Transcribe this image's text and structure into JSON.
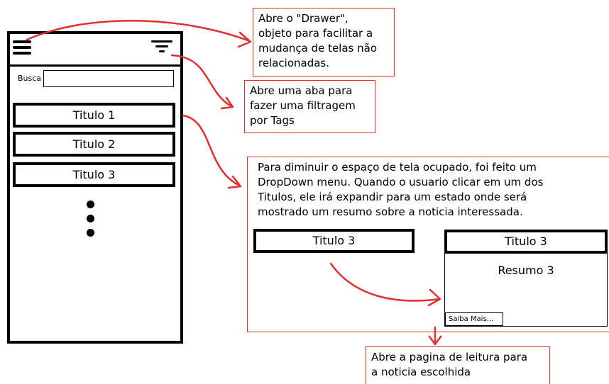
{
  "phone": {
    "search_label": "Busca",
    "search_value": "",
    "titles": [
      "Titulo 1",
      "Titulo 2",
      "Titulo 3"
    ],
    "menu_icon": "hamburger-menu-icon",
    "filter_icon": "filter-icon"
  },
  "notes": {
    "drawer": [
      "Abre o \"Drawer\",",
      "objeto para facilitar a",
      "mudança de telas não",
      "relacionadas."
    ],
    "filter": [
      "Abre uma aba para",
      "fazer uma filtragem",
      "por Tags"
    ],
    "dropdown": [
      "Para diminuir o espaço de tela ocupado, foi feito um",
      "DropDown menu. Quando o usuario clicar em um dos",
      "Titulos, ele irá expandir para um estado onde será",
      "mostrado um resumo sobre a noticia interessada."
    ],
    "reading": [
      "Abre a pagina de leitura para",
      "a noticia escolhida"
    ]
  },
  "example": {
    "collapsed_title": "Titulo 3",
    "expanded_title": "Titulo 3",
    "summary": "Resumo 3",
    "more_button": "Saiba Mais..."
  },
  "colors": {
    "annotation": "#e03030",
    "outline": "#000000"
  }
}
